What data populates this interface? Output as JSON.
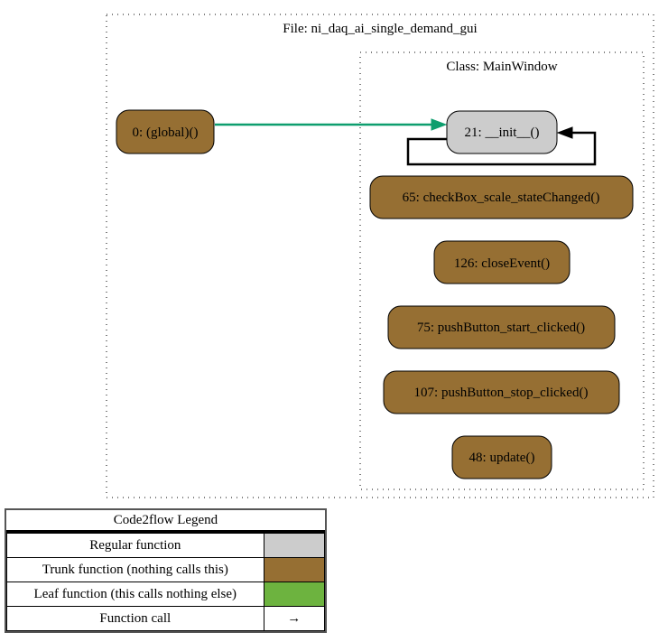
{
  "file_cluster": {
    "label": "File: ni_daq_ai_single_demand_gui"
  },
  "class_cluster": {
    "label": "Class: MainWindow"
  },
  "nodes": [
    {
      "id": "global",
      "label": "0: (global)()",
      "type": "trunk"
    },
    {
      "id": "init",
      "label": "21: __init__()",
      "type": "regular"
    },
    {
      "id": "checkBox",
      "label": "65: checkBox_scale_stateChanged()",
      "type": "trunk"
    },
    {
      "id": "closeEvent",
      "label": "126: closeEvent()",
      "type": "trunk"
    },
    {
      "id": "start",
      "label": "75: pushButton_start_clicked()",
      "type": "trunk"
    },
    {
      "id": "stop",
      "label": "107: pushButton_stop_clicked()",
      "type": "trunk"
    },
    {
      "id": "update",
      "label": "48: update()",
      "type": "trunk"
    }
  ],
  "edges": [
    {
      "from": "global",
      "to": "init",
      "color": "#0d9e6e"
    },
    {
      "from": "init",
      "to": "init",
      "color": "#000000"
    }
  ],
  "colors": {
    "regular": "#cccccc",
    "trunk": "#966f33",
    "leaf": "#6db33f"
  },
  "legend": {
    "title": "Code2flow Legend",
    "rows": [
      {
        "label": "Regular function",
        "swatch": "#cccccc",
        "symbol": ""
      },
      {
        "label": "Trunk function (nothing calls this)",
        "swatch": "#966f33",
        "symbol": ""
      },
      {
        "label": "Leaf function (this calls nothing else)",
        "swatch": "#6db33f",
        "symbol": ""
      },
      {
        "label": "Function call",
        "swatch": "#ffffff",
        "symbol": "→"
      }
    ]
  }
}
